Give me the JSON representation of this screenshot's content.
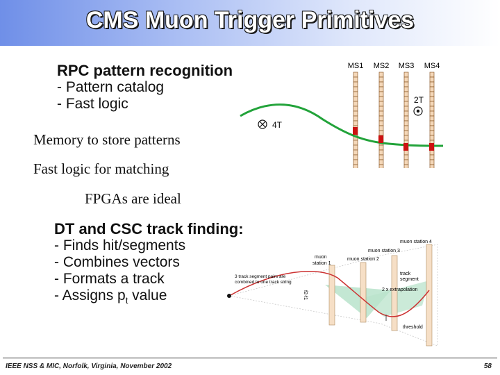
{
  "slide": {
    "title": "CMS Muon Trigger Primitives",
    "rpc_section": {
      "heading": "RPC pattern recognition",
      "bullets": [
        "- Pattern catalog",
        "- Fast logic"
      ]
    },
    "notes": [
      "Memory to store patterns",
      "Fast logic for matching",
      "FPGAs are ideal"
    ],
    "dt_section": {
      "heading": "DT and CSC track finding:",
      "bullets": [
        "- Finds hit/segments",
        "- Combines vectors",
        "- Formats a track",
        "- Assigns p",
        "t",
        " value"
      ]
    },
    "footer": {
      "left": "IEEE NSS & MIC, Norfolk, Virginia, November 2002",
      "page": "58"
    }
  },
  "rpc_diagram": {
    "stations": [
      "MS1",
      "MS2",
      "MS3",
      "MS4"
    ],
    "field_labels": [
      "2T",
      "4T"
    ],
    "colors": {
      "track": "#22a33a",
      "hit": "#cc1111",
      "station_fill": "#f4d7b8",
      "station_stroke": "#8a5a2a"
    }
  },
  "dt_diagram": {
    "station_labels": [
      "muon station 1",
      "muon station 2",
      "muon station 3",
      "muon station 4"
    ],
    "station_label_lines": [
      [
        "muon",
        "station 1"
      ]
    ],
    "annotation_left": [
      "3 track segment pairs are",
      "combined to one track string"
    ],
    "annotation_vertical": "f2-f1",
    "annotation_track_segment": [
      "track",
      "segment"
    ],
    "annotation_extrapolation": "2 x extrapolation",
    "annotation_threshold": "threshold",
    "colors": {
      "cone": "#b9e3cb",
      "track": "#cc3333",
      "station_fill": "#f6dfc6"
    }
  }
}
